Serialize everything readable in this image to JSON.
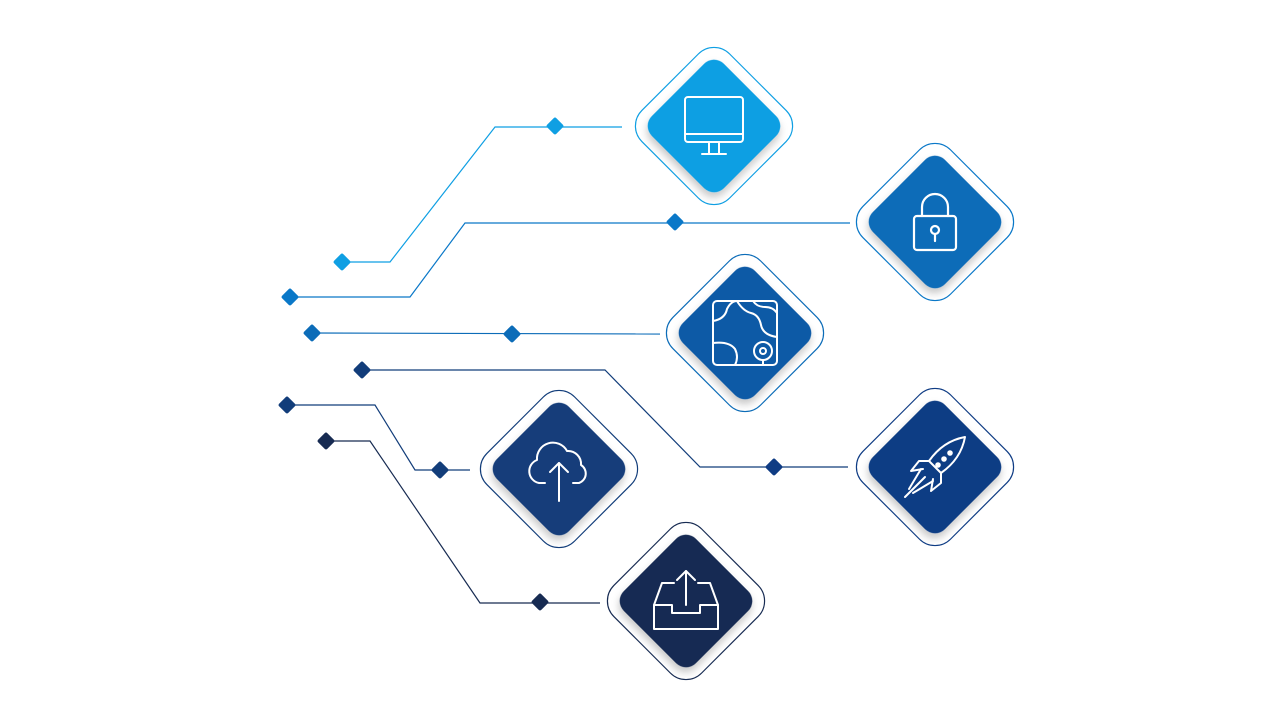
{
  "diagram": {
    "colors": {
      "c1": "#0f9fe3",
      "c2": "#0a78c8",
      "c3": "#0c6cb8",
      "c4": "#0a5aa6",
      "c5": "#123d7a",
      "c6": "#0f3c84",
      "c7": "#172b52",
      "background": "#ffffff"
    },
    "nodes": [
      {
        "id": "monitor",
        "icon": "monitor-icon",
        "color": "c1"
      },
      {
        "id": "lock",
        "icon": "lock-icon",
        "color": "c3"
      },
      {
        "id": "map",
        "icon": "map-location-icon",
        "color": "c4"
      },
      {
        "id": "cloud-upload",
        "icon": "cloud-upload-icon",
        "color": "c5"
      },
      {
        "id": "rocket",
        "icon": "rocket-icon",
        "color": "c6"
      },
      {
        "id": "inbox-upload",
        "icon": "inbox-upload-icon",
        "color": "c7"
      }
    ]
  }
}
